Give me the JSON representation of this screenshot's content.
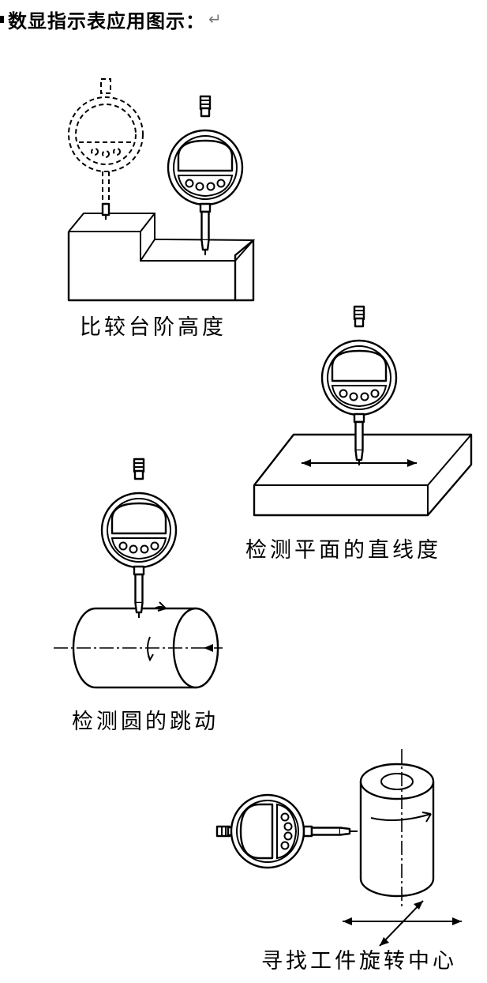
{
  "heading": {
    "title": "数显指示表应用图示：",
    "return_mark": "↵"
  },
  "figures": [
    {
      "caption": "比较台阶高度"
    },
    {
      "caption": "检测平面的直线度"
    },
    {
      "caption": "检测圆的跳动"
    },
    {
      "caption": "寻找工件旋转中心"
    }
  ]
}
